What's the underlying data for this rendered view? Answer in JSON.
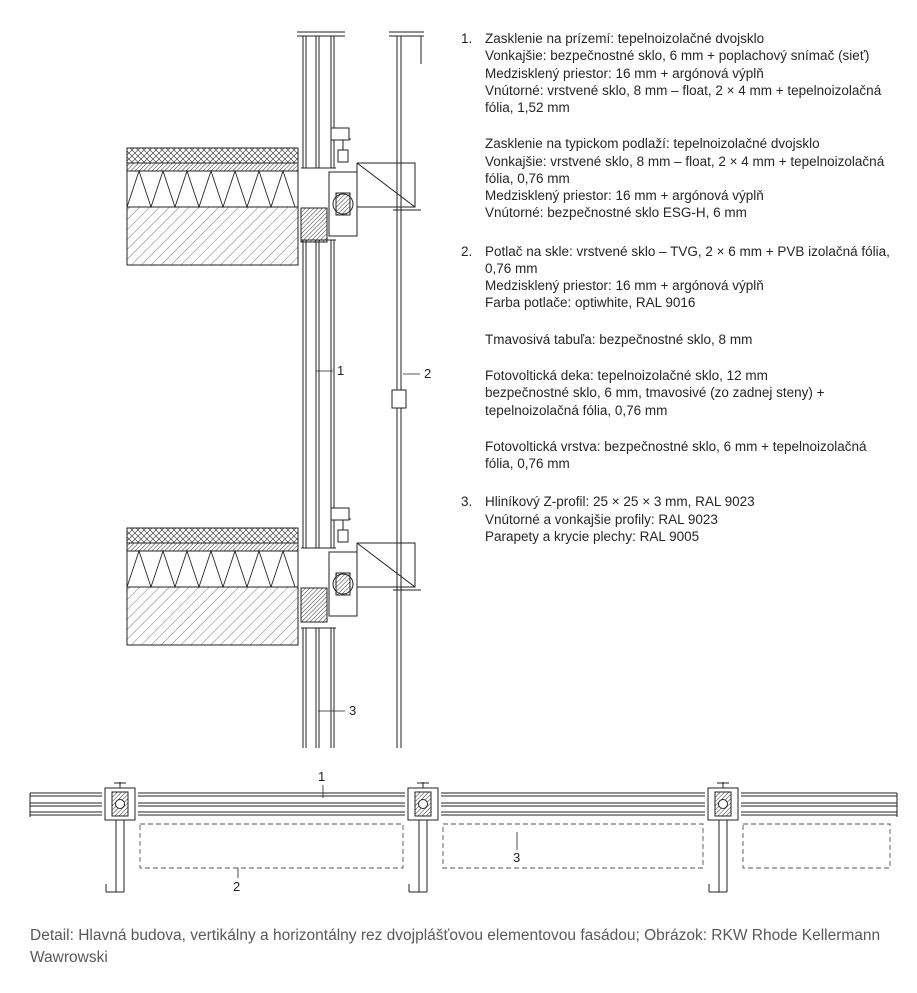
{
  "annotations": {
    "items": [
      {
        "number": "1.",
        "paragraphs": [
          "Zasklenie na prízemí: tepelnoizolačné dvojsklo\nVonkajšie: bezpečnostné sklo, 6 mm + poplachový snímač (sieť)\nMedzisklený priestor: 16 mm + argónová výplň\nVnútorné: vrstvené sklo, 8 mm – float, 2 × 4 mm + tepelnoizolačná fólia, 1,52 mm",
          "Zasklenie na typickom podlaží: tepelnoizolačné dvojsklo\nVonkajšie: vrstvené sklo, 8 mm – float, 2 × 4 mm + tepelnoizolačná fólia, 0,76 mm\nMedzisklený priestor: 16 mm + argónová výplň\nVnútorné: bezpečnostné sklo ESG-H, 6 mm"
        ]
      },
      {
        "number": "2.",
        "paragraphs": [
          "Potlač na skle: vrstvené sklo – TVG, 2 × 6 mm + PVB izolačná fólia, 0,76 mm\nMedzisklený priestor: 16 mm + argónová výplň\nFarba potlače: optiwhite, RAL 9016",
          "Tmavosivá tabuľa: bezpečnostné sklo, 8 mm",
          "Fotovoltická deka: tepelnoizolačné sklo, 12 mm\nbezpečnostné sklo, 6 mm, tmavosivé (zo zadnej steny) +\ntepelnoizolačná fólia, 0,76 mm",
          "Fotovoltická vrstva: bezpečnostné sklo, 6 mm + tepelnoizolačná\nfólia, 0,76 mm"
        ]
      },
      {
        "number": "3.",
        "paragraphs": [
          "Hliníkový Z-profil: 25 × 25 × 3 mm, RAL 9023\nVnútorné a vonkajšie profily: RAL 9023\nParapety a krycie plechy: RAL 9005"
        ]
      }
    ]
  },
  "drawing": {
    "vertical_callouts": {
      "c1": "1",
      "c2": "2",
      "c3": "3"
    },
    "horizontal_callouts": {
      "c1": "1",
      "c2": "2",
      "c3": "3"
    },
    "line_color": "#222222"
  },
  "caption": "Detail: Hlavná budova, vertikálny a horizontálny rez dvojplášťovou elementovou fasádou; Obrázok: RKW Rhode Kellermann Wawrowski"
}
